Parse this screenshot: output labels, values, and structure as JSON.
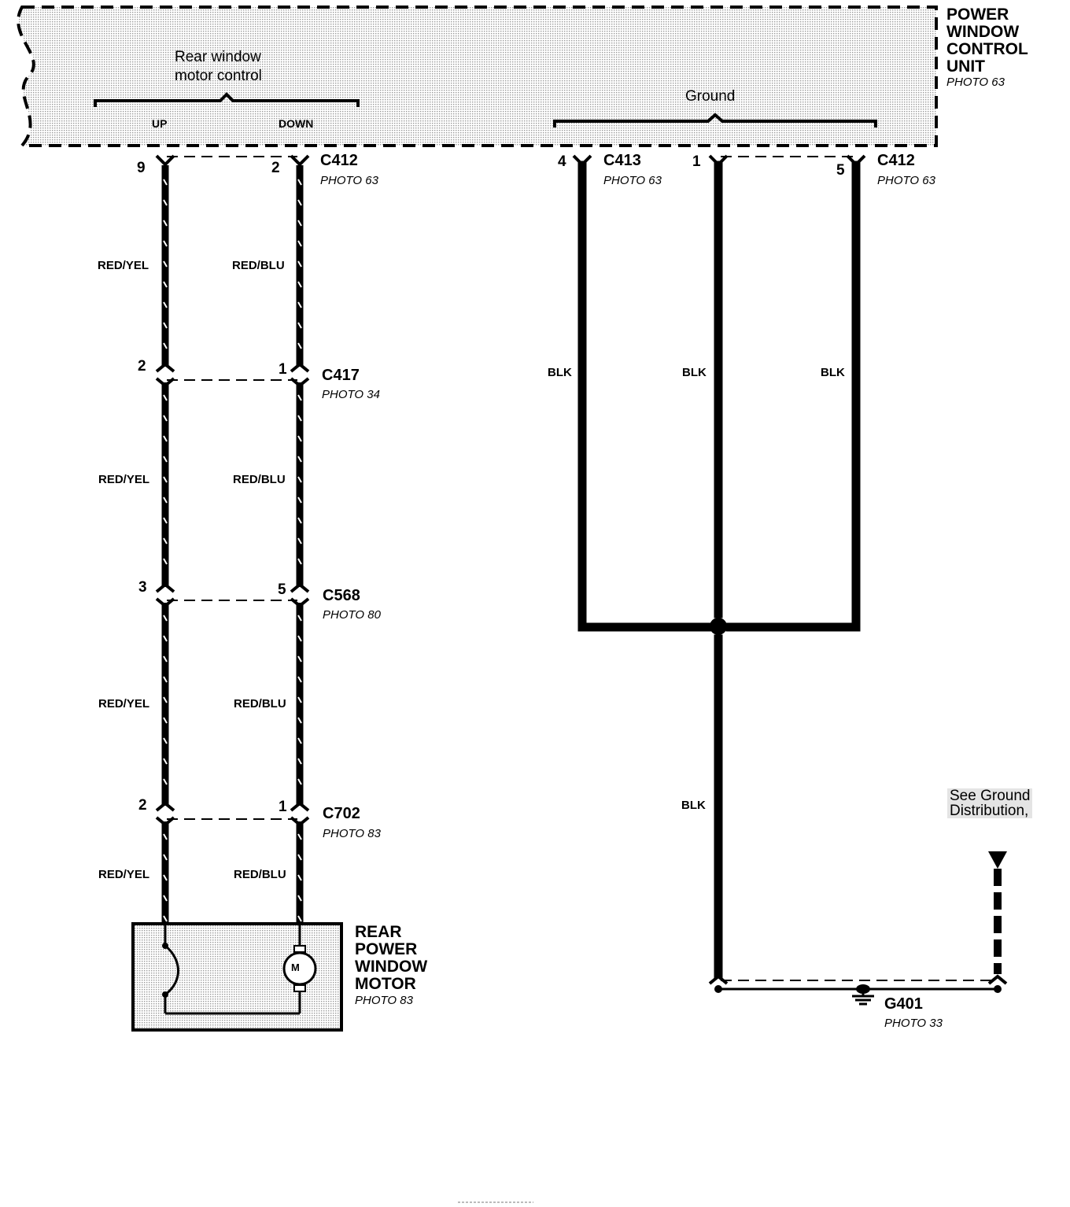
{
  "control_unit": {
    "title_lines": [
      "POWER",
      "WINDOW",
      "CONTROL",
      "UNIT"
    ],
    "photo": "PHOTO 63",
    "group_left_label_lines": [
      "Rear window",
      "motor control"
    ],
    "up_label": "UP",
    "down_label": "DOWN",
    "ground_label": "Ground"
  },
  "connectors": {
    "c412_left": {
      "name": "C412",
      "photo": "PHOTO 63",
      "pin_up": "9",
      "pin_down": "2"
    },
    "c417": {
      "name": "C417",
      "photo": "PHOTO 34",
      "pin_up": "2",
      "pin_down": "1"
    },
    "c568": {
      "name": "C568",
      "photo": "PHOTO 80",
      "pin_up": "3",
      "pin_down": "5"
    },
    "c702": {
      "name": "C702",
      "photo": "PHOTO 83",
      "pin_up": "2",
      "pin_down": "1"
    },
    "c413": {
      "name": "C413",
      "photo": "PHOTO 63",
      "pin": "4"
    },
    "ground_mid": {
      "pin": "1"
    },
    "c412_right": {
      "name": "C412",
      "photo": "PHOTO 63",
      "pin": "5"
    }
  },
  "wires": {
    "up_color": "RED/YEL",
    "down_color": "RED/BLU",
    "ground_color": "BLK"
  },
  "motor": {
    "title_lines": [
      "REAR",
      "POWER",
      "WINDOW",
      "MOTOR"
    ],
    "photo": "PHOTO 83",
    "symbol_letter": "M"
  },
  "ground_point": {
    "name": "G401",
    "photo": "PHOTO 33",
    "note_lines": [
      "See Ground",
      "Distribution,"
    ]
  },
  "colors": {
    "line": "#000000",
    "shading": "#d9d9d9"
  }
}
